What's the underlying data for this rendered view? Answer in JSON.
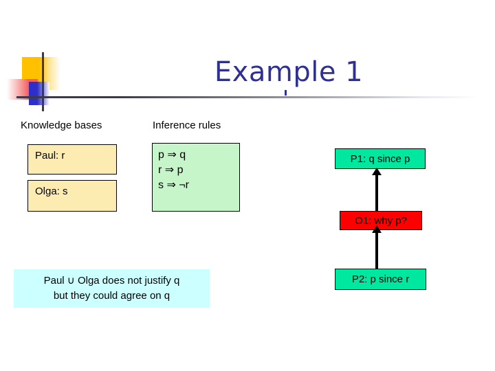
{
  "slide": {
    "title": "Example 1",
    "title_color": "#2E3192",
    "headers": {
      "knowledge_bases": "Knowledge bases",
      "inference_rules": "Inference rules"
    },
    "knowledge_bases": [
      {
        "label": "Paul: r",
        "color": "#FDECB2"
      },
      {
        "label": "Olga: s",
        "color": "#FDECB2"
      }
    ],
    "inference_rules": {
      "color": "#C6F5C9",
      "lines": [
        "p ⇒ q",
        "r ⇒ p",
        "s ⇒ ¬r"
      ]
    },
    "dialogue_nodes": [
      {
        "id": "p1",
        "label": "P1: q since p",
        "color": "#00E8A0"
      },
      {
        "id": "o1",
        "label": "O1: why p?",
        "color": "#FF0000"
      },
      {
        "id": "p2",
        "label": "P2: p since r",
        "color": "#00E8A0"
      }
    ],
    "arrows": [
      {
        "from": "o1",
        "to": "p1",
        "direction": "up"
      },
      {
        "from": "p2",
        "to": "o1",
        "direction": "up"
      }
    ],
    "conclusion": {
      "color": "#CCFFFF",
      "line1": "Paul ∪ Olga does not justify q",
      "line2": "but they could agree on q"
    },
    "decoration": {
      "square_yellow": "#FFC000",
      "square_red": "#F4615F",
      "square_blue": "#2E2EC8",
      "rule_line": "#3A3A4A"
    }
  }
}
